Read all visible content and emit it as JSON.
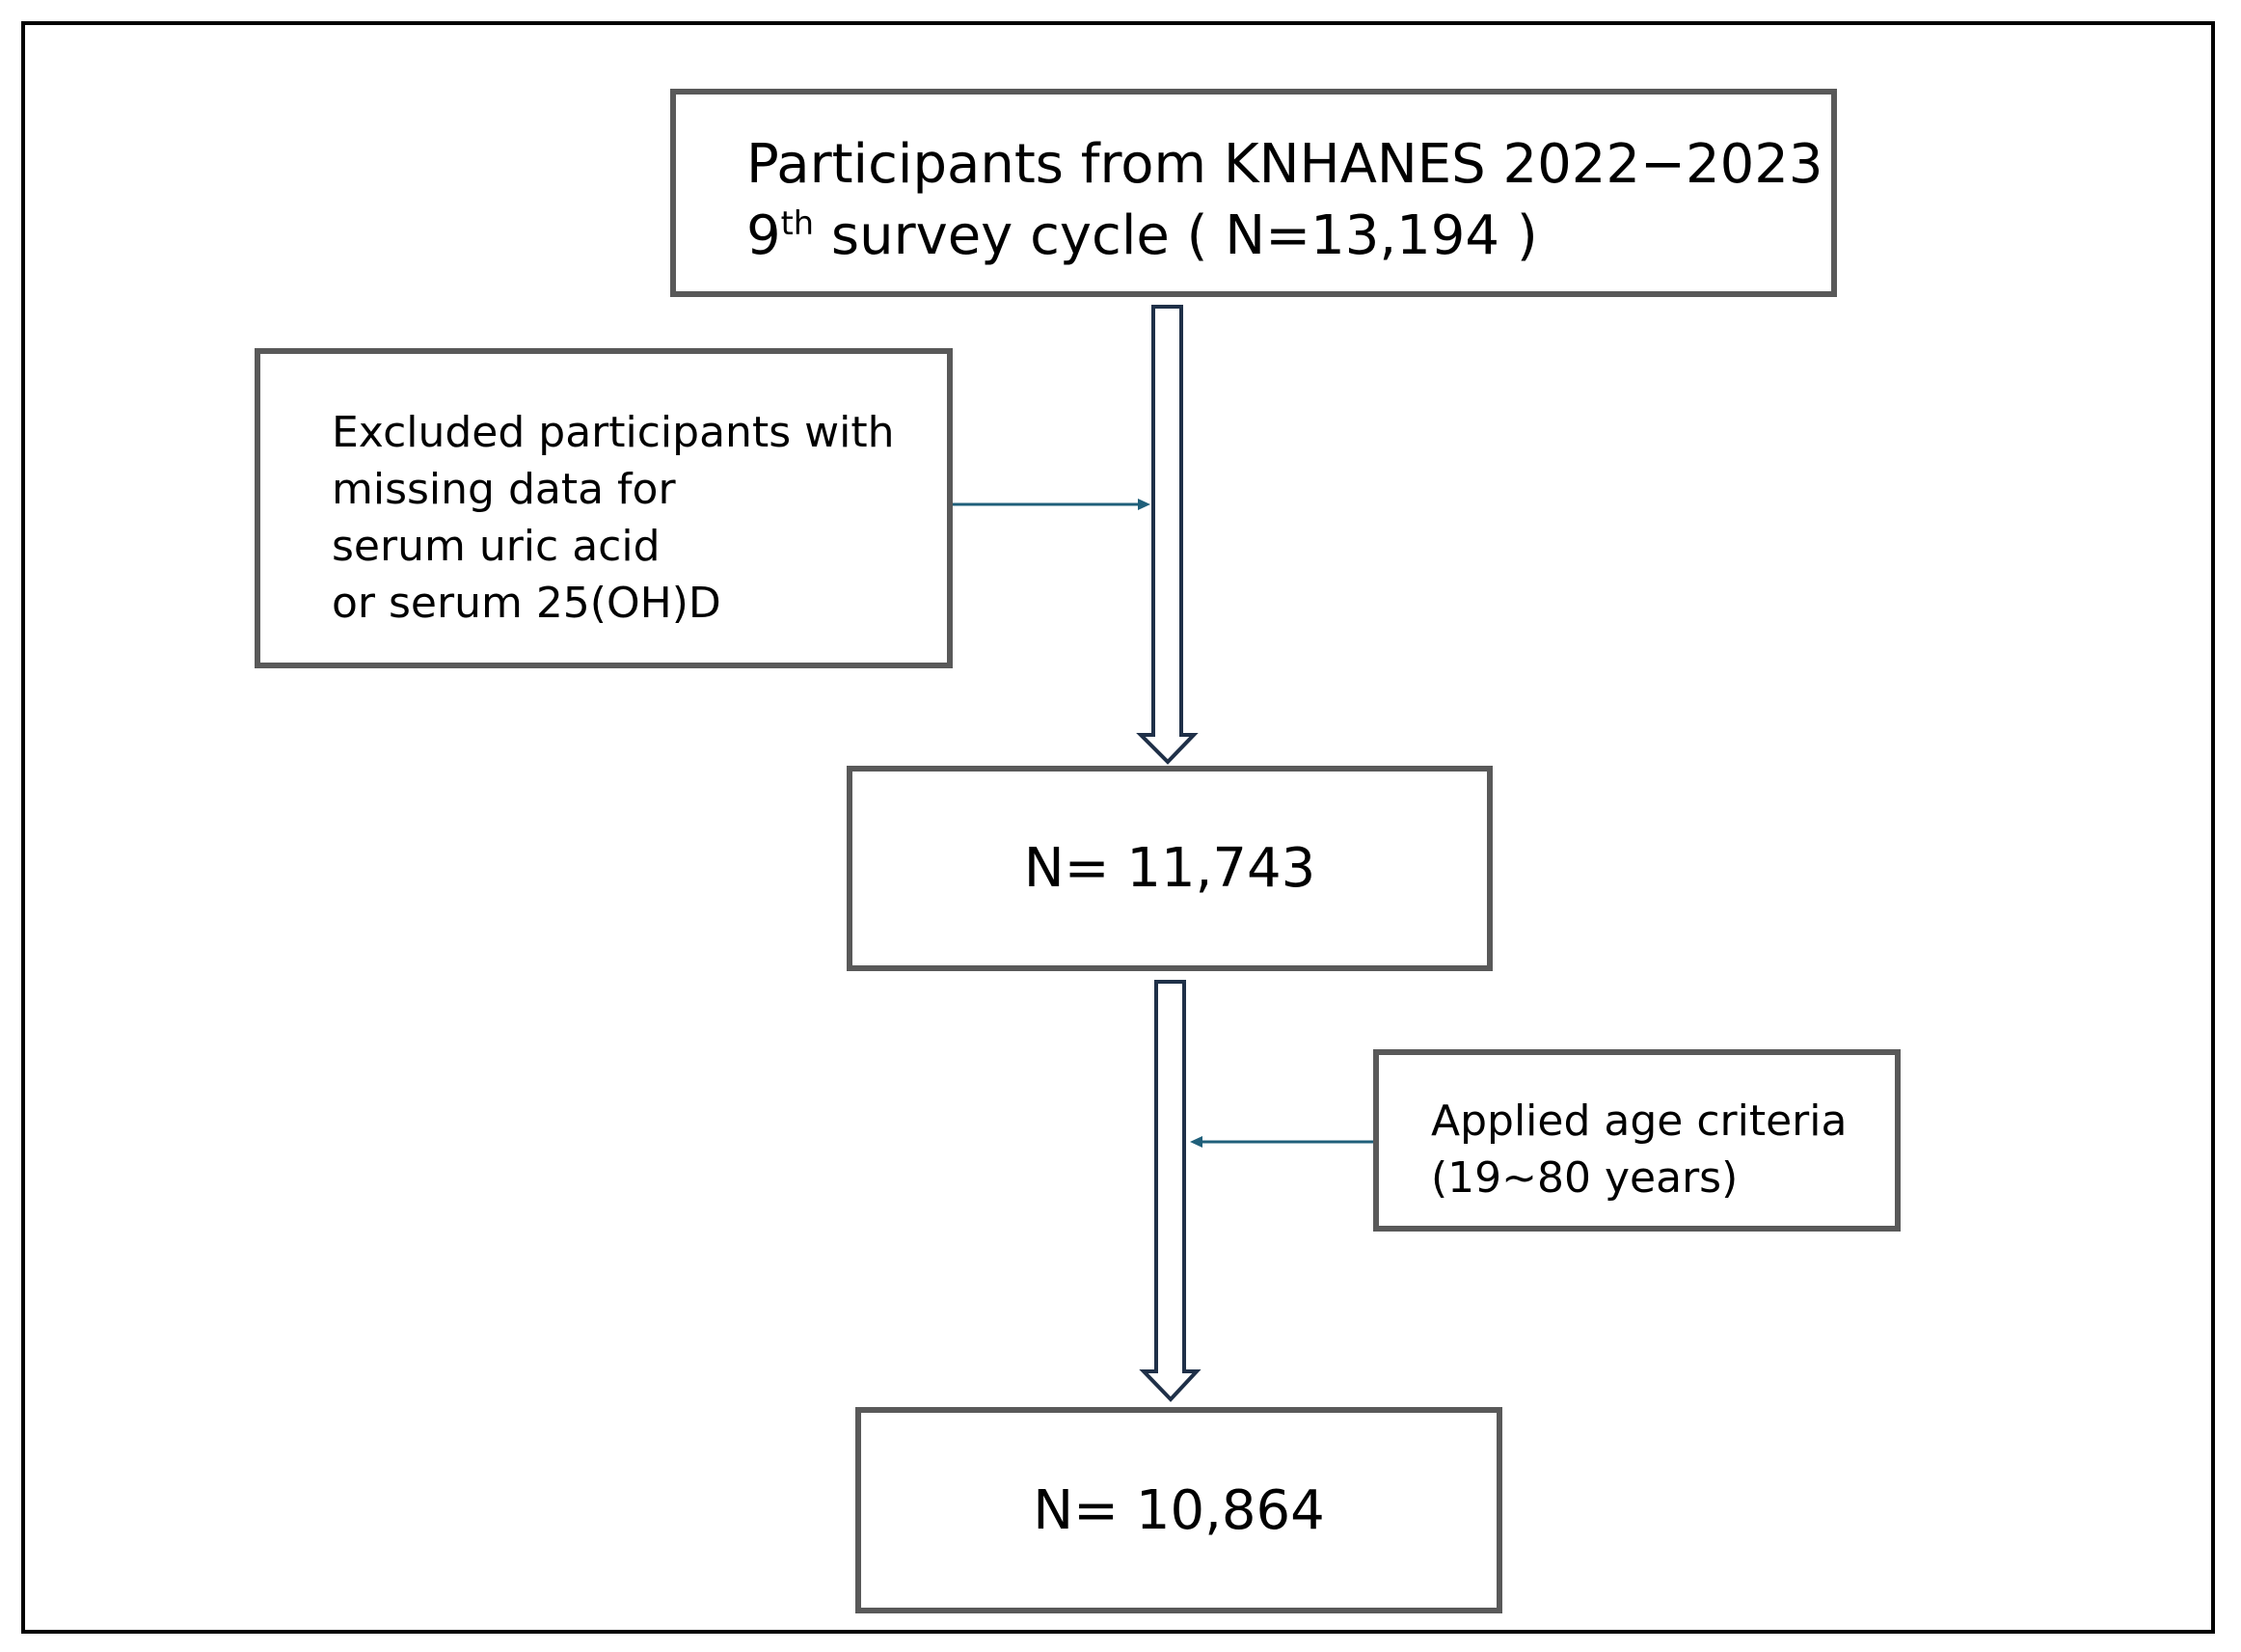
{
  "colors": {
    "box_border": "#595959",
    "frame_border": "#000000",
    "arrow_stroke": "#1f3048",
    "side_arrow": "#1f5f7a"
  },
  "boxes": {
    "top": {
      "line1": "Participants from KNHANES 2022−2023",
      "line2_prefix": "9",
      "line2_sup": "th",
      "line2_suffix": " survey cycle ( N=13,194 )"
    },
    "exclusion": {
      "lines": [
        "Excluded participants with",
        "missing data for",
        "serum uric acid",
        "or serum 25(OH)D"
      ]
    },
    "middle": {
      "text": "N= 11,743"
    },
    "age": {
      "lines": [
        "Applied age criteria",
        "(19~80 years)"
      ]
    },
    "final": {
      "text": "N= 10,864"
    }
  }
}
